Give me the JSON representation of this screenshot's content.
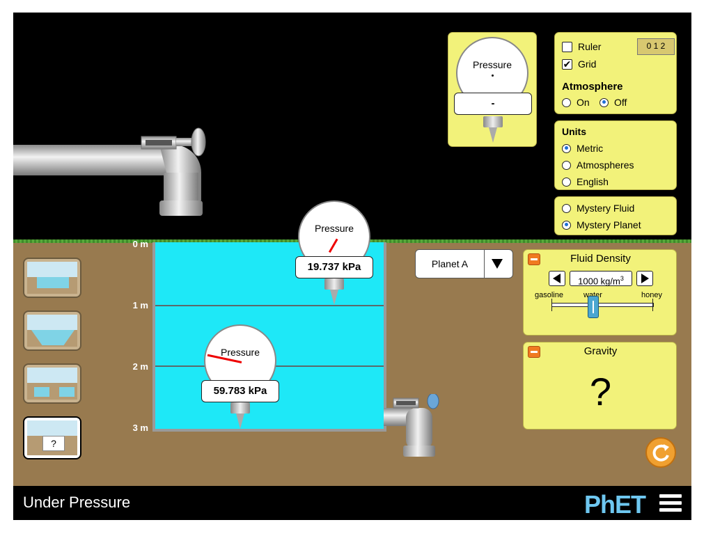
{
  "app": {
    "title": "Under Pressure",
    "logo": "PhET"
  },
  "colors": {
    "panel": "#f2f27a",
    "water": "#1ee8f7",
    "ground": "#987a4f",
    "accent": "#f0a030"
  },
  "controls": {
    "ruler_label": "Ruler",
    "ruler_checked": false,
    "ruler_icon_text": "0 1 2",
    "grid_label": "Grid",
    "grid_checked": true,
    "atmosphere_title": "Atmosphere",
    "atmosphere_on": "On",
    "atmosphere_off": "Off",
    "atmosphere_selected": "Off"
  },
  "units": {
    "title": "Units",
    "options": [
      "Metric",
      "Atmospheres",
      "English"
    ],
    "selected": "Metric"
  },
  "mystery": {
    "options": [
      "Mystery Fluid",
      "Mystery Planet"
    ],
    "selected": "Mystery Planet"
  },
  "planet_dropdown": {
    "value": "Planet A"
  },
  "fluid_density": {
    "title": "Fluid Density",
    "value": "1000 kg/m",
    "value_sup": "3",
    "labels": [
      "gasoline",
      "water",
      "honey"
    ]
  },
  "gravity": {
    "title": "Gravity",
    "value": "?"
  },
  "depth_labels": [
    "0 m",
    "1 m",
    "2 m",
    "3 m"
  ],
  "gauges": {
    "toolbox": {
      "label": "Pressure",
      "reading": "-"
    },
    "upper": {
      "label": "Pressure",
      "reading": "19.737 kPa"
    },
    "lower": {
      "label": "Pressure",
      "reading": "59.783 kPa"
    }
  },
  "scene_buttons": [
    "scene-1",
    "scene-2",
    "scene-3",
    "scene-4"
  ],
  "scene4_mark": "?",
  "icons": [
    "checkbox-icon",
    "radio-icon",
    "dropdown-arrow-icon",
    "minus-icon",
    "reset-icon",
    "menu-icon",
    "faucet-icon"
  ]
}
